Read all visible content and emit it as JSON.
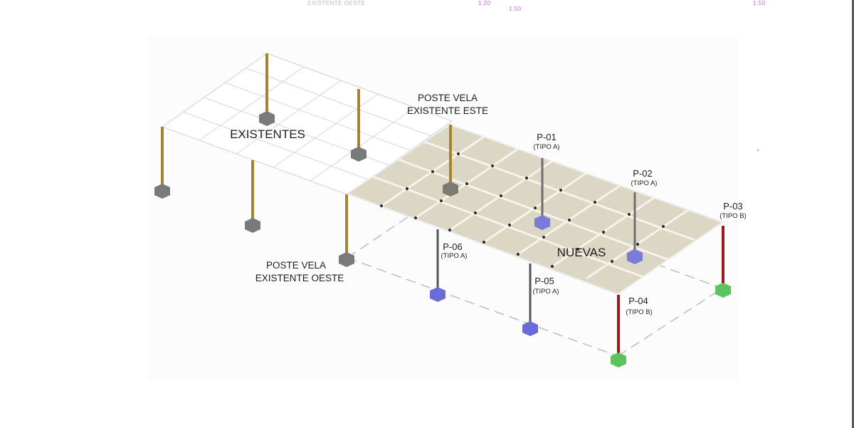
{
  "top_fragments": {
    "left": "EXISTENTE OESTE",
    "center_dim": "1.20",
    "center_dim_sub": "1.50",
    "right_dim": "1.50"
  },
  "zones": {
    "existing": "EXISTENTES",
    "new": "NUEVAS"
  },
  "callouts": {
    "east_pole_line1": "POSTE VELA",
    "east_pole_line2": "EXISTENTE ESTE",
    "west_pole_line1": "POSTE VELA",
    "west_pole_line2": "EXISTENTE OESTE"
  },
  "pillars": [
    {
      "id": "P-01",
      "type": "(TIPO A)",
      "color": "#7a7ad8"
    },
    {
      "id": "P-02",
      "type": "(TIPO A)",
      "color": "#7a7ad8"
    },
    {
      "id": "P-03",
      "type": "(TIPO B)",
      "color": "#5cc45c"
    },
    {
      "id": "P-04",
      "type": "(TIPO B)",
      "color": "#5cc45c"
    },
    {
      "id": "P-05",
      "type": "(TIPO A)",
      "color": "#7a7ad8"
    },
    {
      "id": "P-06",
      "type": "(TIPO A)",
      "color": "#7a7ad8"
    }
  ],
  "colors": {
    "existing_post": "#a58330",
    "existing_footing": "#7a7a7a",
    "tipo_a_post": "#6e6e6e",
    "tipo_a_footing": "#7a7ad8",
    "tipo_b_post": "#9e1a1a",
    "tipo_b_footing": "#5cc45c",
    "canopy": "#dcd6c4",
    "grid_line": "#d8d8d8"
  }
}
